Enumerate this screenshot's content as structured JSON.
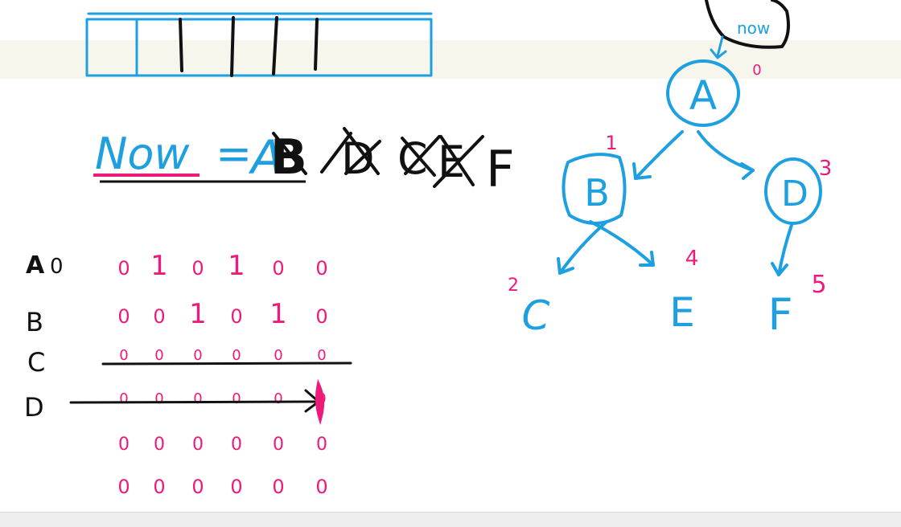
{
  "colors": {
    "blue": "#1ea0e0",
    "pink": "#ee1a7a",
    "black": "#111111",
    "band": "#f7f6ec"
  },
  "now_expression": {
    "lhs": "Now",
    "equals": "=",
    "crossed_values": [
      "A",
      "B",
      "D",
      "C",
      "E"
    ],
    "current": "F"
  },
  "tree": {
    "pointer_label": "now",
    "nodes": [
      {
        "name": "A",
        "index": "0"
      },
      {
        "name": "B",
        "index": "1"
      },
      {
        "name": "D",
        "index": "3"
      },
      {
        "name": "C",
        "index": "2"
      },
      {
        "name": "E",
        "index": "4"
      },
      {
        "name": "F",
        "index": "5"
      }
    ]
  },
  "matrix": {
    "row_labels": [
      "A",
      "B",
      "C",
      "D",
      "",
      ""
    ],
    "row_prefix_A": "0",
    "rows": [
      [
        "0",
        "1",
        "0",
        "1",
        "0",
        "0"
      ],
      [
        "0",
        "0",
        "1",
        "0",
        "1",
        "0"
      ],
      [
        "0",
        "0",
        "0",
        "0",
        "0",
        "0"
      ],
      [
        "0",
        "0",
        "0",
        "0",
        "0",
        "0"
      ],
      [
        "0",
        "0",
        "0",
        "0",
        "0",
        "0"
      ],
      [
        "0",
        "0",
        "0",
        "0",
        "0",
        "0"
      ]
    ]
  }
}
